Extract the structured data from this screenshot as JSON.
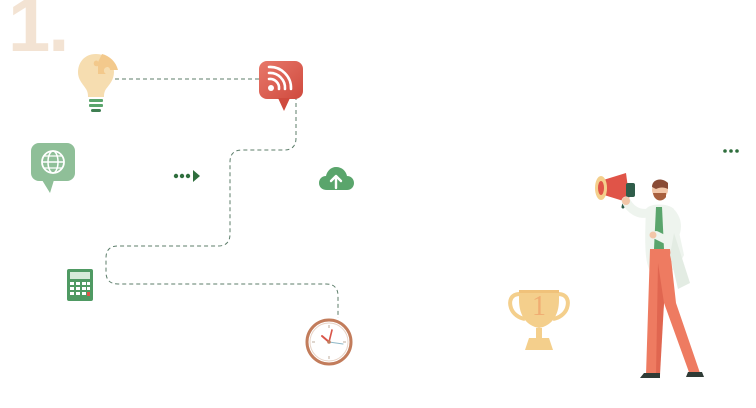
{
  "step": {
    "number": "1."
  },
  "trophy": {
    "rank": "1"
  },
  "colors": {
    "number_tint": "#f3e3d3",
    "dash_path": "#5c7d6a",
    "feed_red": "#d9564a",
    "globe_green": "#8fbf98",
    "cloud_green": "#5aa56c",
    "arrow_green": "#2f6e3d",
    "calc_green": "#4f9a63",
    "clock_ring": "#c27c5b",
    "trophy_gold": "#f4cf8c",
    "bulb_cream": "#f6ddb0",
    "man_pants": "#ee7b61",
    "man_jacket": "#eef4ee",
    "megaphone_red": "#e05448"
  },
  "icons": [
    "lightbulb-puzzle-icon",
    "rss-feed-icon",
    "globe-chat-icon",
    "dotted-arrow-icon",
    "cloud-upload-icon",
    "calculator-icon",
    "clock-icon",
    "trophy-icon",
    "ellipsis-icon",
    "megaphone-man-illustration"
  ]
}
